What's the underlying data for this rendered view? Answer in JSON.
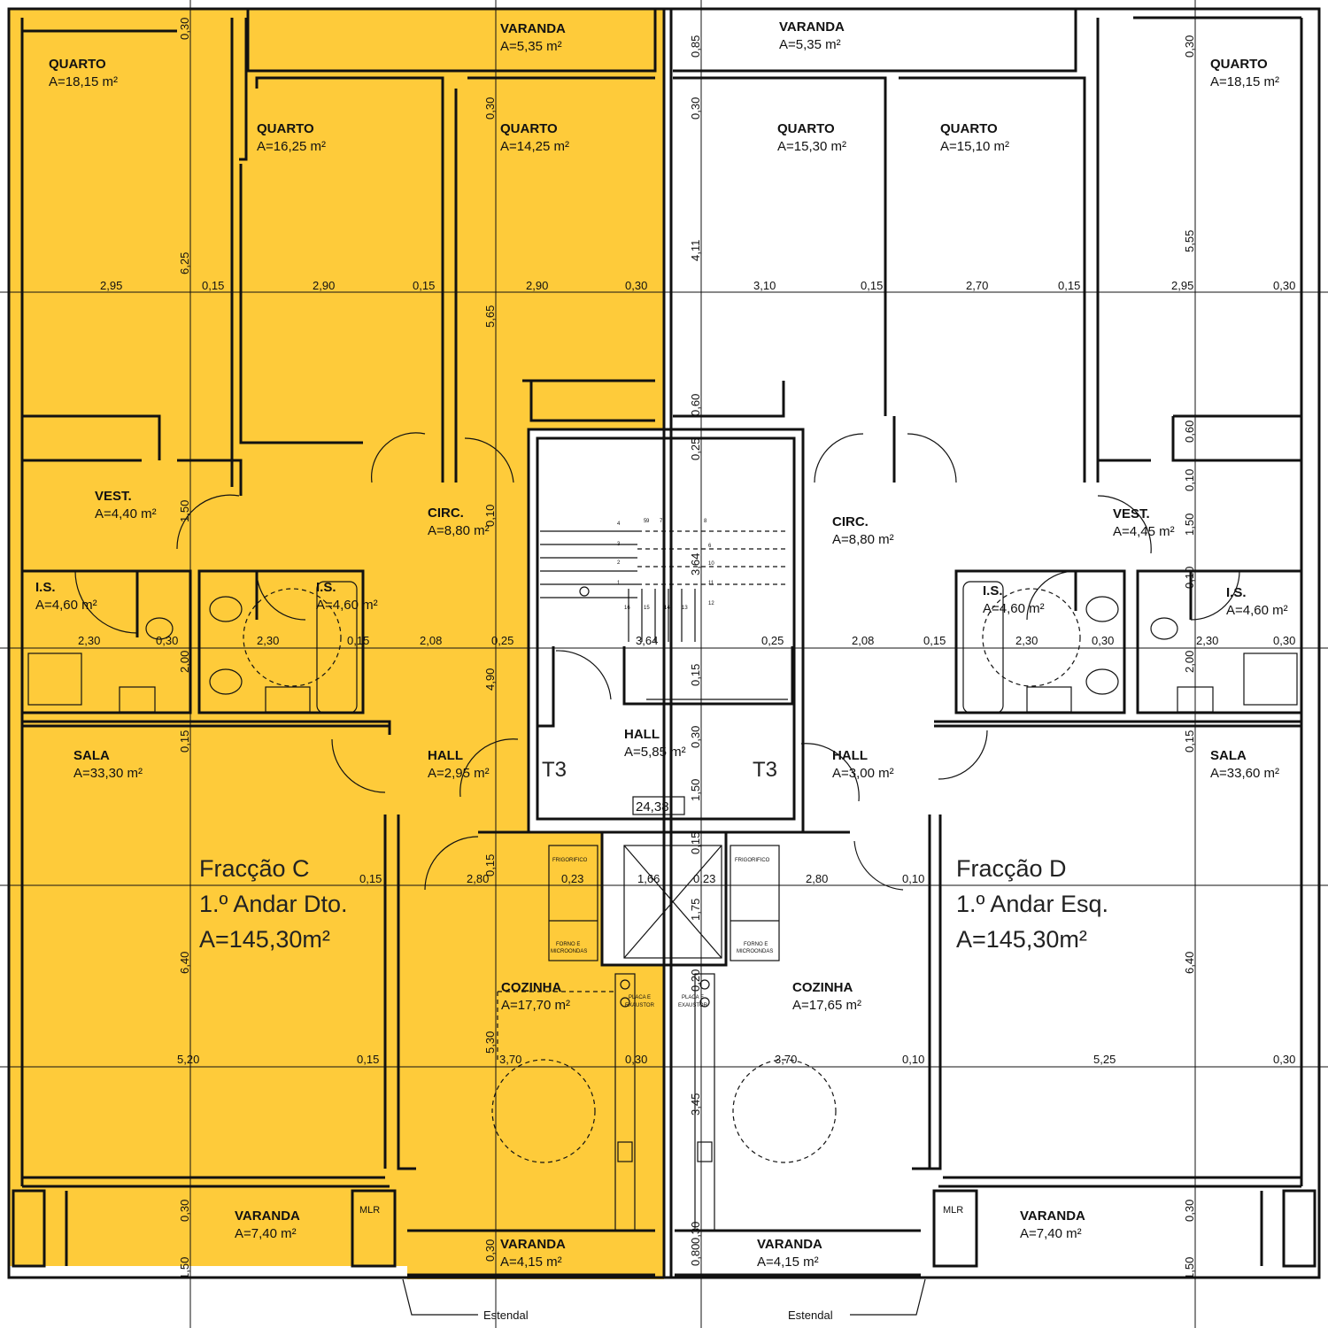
{
  "colors": {
    "fraction_c_fill": "#FECB3A",
    "walls": "#111111",
    "background": "#FFFFFF"
  },
  "rooms": {
    "c_varanda_top": {
      "name": "VARANDA",
      "area": "A=5,35 m²"
    },
    "d_varanda_top": {
      "name": "VARANDA",
      "area": "A=5,35 m²"
    },
    "c_quarto_1": {
      "name": "QUARTO",
      "area": "A=18,15 m²"
    },
    "c_quarto_2": {
      "name": "QUARTO",
      "area": "A=16,25 m²"
    },
    "c_quarto_3": {
      "name": "QUARTO",
      "area": "A=14,25 m²"
    },
    "d_quarto_1": {
      "name": "QUARTO",
      "area": "A=15,30 m²"
    },
    "d_quarto_2": {
      "name": "QUARTO",
      "area": "A=15,10 m²"
    },
    "d_quarto_3": {
      "name": "QUARTO",
      "area": "A=18,15 m²"
    },
    "c_vest": {
      "name": "VEST.",
      "area": "A=4,40 m²"
    },
    "c_circ": {
      "name": "CIRC.",
      "area": "A=8,80 m²"
    },
    "d_circ": {
      "name": "CIRC.",
      "area": "A=8,80 m²"
    },
    "d_vest": {
      "name": "VEST.",
      "area": "A=4,45 m²"
    },
    "c_is_1": {
      "name": "I.S.",
      "area": "A=4,60 m²"
    },
    "c_is_2": {
      "name": "I.S.",
      "area": "A=4,60 m²"
    },
    "d_is_1": {
      "name": "I.S.",
      "area": "A=4,60 m²"
    },
    "d_is_2": {
      "name": "I.S.",
      "area": "A=4,60 m²"
    },
    "c_sala": {
      "name": "SALA",
      "area": "A=33,30 m²"
    },
    "c_hall": {
      "name": "HALL",
      "area": "A=2,95 m²"
    },
    "common_hall": {
      "name": "HALL",
      "area": "A=5,85 m²"
    },
    "d_hall": {
      "name": "HALL",
      "area": "A=3,00 m²"
    },
    "d_sala": {
      "name": "SALA",
      "area": "A=33,60 m²"
    },
    "c_cozinha": {
      "name": "COZINHA",
      "area": "A=17,70 m²"
    },
    "d_cozinha": {
      "name": "COZINHA",
      "area": "A=17,65 m²"
    },
    "c_varanda_bottom": {
      "name": "VARANDA",
      "area": "A=7,40 m²"
    },
    "c_varanda_small": {
      "name": "VARANDA",
      "area": "A=4,15 m²"
    },
    "d_varanda_small": {
      "name": "VARANDA",
      "area": "A=4,15 m²"
    },
    "d_varanda_bottom": {
      "name": "VARANDA",
      "area": "A=7,40 m²"
    }
  },
  "fractions": {
    "c": {
      "name": "Fracção C",
      "floor": "1.º Andar Dto.",
      "area": "A=145,30m²"
    },
    "d": {
      "name": "Fracção D",
      "floor": "1.º Andar Esq.",
      "area": "A=145,30m²"
    }
  },
  "markers": {
    "t3_left": "T3",
    "t3_right": "T3",
    "landing_area": "24,38",
    "mlr_left": "MLR",
    "mlr_right": "MLR",
    "estendal_left": "Estendal",
    "estendal_right": "Estendal"
  },
  "appliances": {
    "frigorifico_left": "FRIGORIFICO",
    "frigorifico_right": "FRIGORIFICO",
    "forno_left_1": "FORNO E",
    "forno_left_2": "MICROONDAS",
    "forno_right_1": "FORNO E",
    "forno_right_2": "MICROONDAS",
    "placa_left_1": "PLACA E",
    "placa_left_2": "EXAUSTOR",
    "placa_right_1": "PLACA E",
    "placa_right_2": "EXAUSTOR"
  },
  "stairs": {
    "steps": [
      "1",
      "2",
      "3",
      "4",
      "5",
      "6",
      "7",
      "8",
      "9",
      "10",
      "11",
      "12",
      "13",
      "14",
      "15",
      "16"
    ]
  },
  "dimensions": {
    "row1": [
      "2,95",
      "0,15",
      "2,90",
      "0,15",
      "2,90",
      "0,30",
      "3,10",
      "0,15",
      "2,70",
      "0,15",
      "2,95",
      "0,30"
    ],
    "row2": [
      "2,30",
      "0,30",
      "2,30",
      "0,15",
      "2,08",
      "0,25",
      "3,64",
      "0,25",
      "2,08",
      "0,15",
      "2,30",
      "0,30",
      "2,30",
      "0,30"
    ],
    "row3": [
      "0,15",
      "2,80",
      "0,23",
      "1,66",
      "0,23",
      "2,80",
      "0,10"
    ],
    "row4": [
      "5,20",
      "0,15",
      "3,70",
      "0,30",
      "3,70",
      "0,10",
      "5,25",
      "0,30"
    ],
    "vertical": [
      "0,30",
      "6,25",
      "1,50",
      "2,00",
      "0,15",
      "6,40",
      "0,30",
      "1,50",
      "0,30",
      "5,65",
      "0,10",
      "4,90",
      "0,15",
      "5,30",
      "0,30",
      "0,85",
      "0,30",
      "4,11",
      "0,60",
      "0,25",
      "3,64",
      "0,15",
      "0,30",
      "1,50",
      "0,15",
      "1,75",
      "0,20",
      "3,45",
      "0,80",
      "0,30",
      "0,30",
      "5,55",
      "0,60",
      "0,10",
      "1,50",
      "0,10",
      "2,00",
      "0,15",
      "6,40",
      "0,30",
      "1,50"
    ]
  }
}
